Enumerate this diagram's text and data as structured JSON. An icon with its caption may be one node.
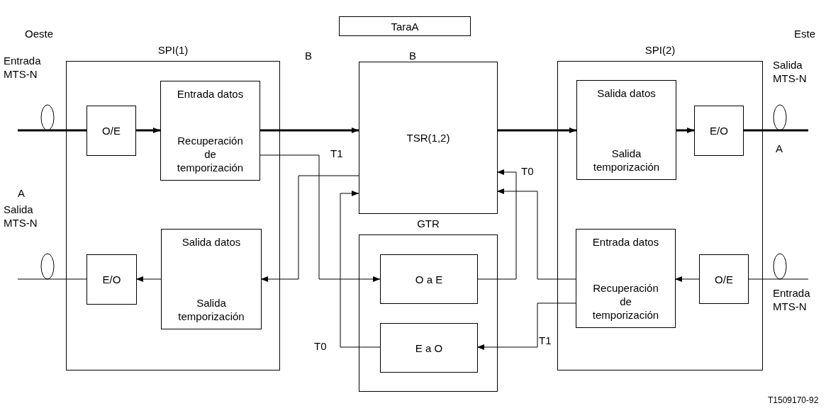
{
  "diagram": {
    "nodes": [
      {
        "text": [
          "TaraA"
        ]
      },
      {
        "text": [
          "SPI(1)"
        ]
      },
      {
        "text": [
          "O/E"
        ],
        "in": 1
      },
      {
        "text": [
          "Entrada datos",
          "Recuperación de temporización"
        ],
        "in": 1
      },
      {
        "text": [
          "E/O"
        ],
        "in": 1
      },
      {
        "text": [
          "Salida datos",
          "Salida temporización"
        ],
        "in": 1
      },
      {
        "text": [
          "TSR(1,2)"
        ]
      },
      {
        "text": [
          "GTR"
        ]
      },
      {
        "text": [
          "O a E"
        ],
        "in": 7
      },
      {
        "text": [
          "E a O"
        ],
        "in": 7
      },
      {
        "text": [
          "SPI(2)"
        ]
      },
      {
        "text": [
          "Salida datos",
          "Salida temporización"
        ],
        "in": 10
      },
      {
        "text": [
          "E/O"
        ],
        "in": 10
      },
      {
        "text": [
          "Entrada datos",
          "Recuperación de temporización"
        ],
        "in": 10
      },
      {
        "text": [
          "O/E"
        ],
        "in": 10
      }
    ],
    "edges": [
      {
        "from": null,
        "to": 2,
        "arrow": "none",
        "style": "thick"
      },
      {
        "from": 2,
        "to": 3,
        "arrow": "to",
        "style": "thick"
      },
      {
        "from": 3,
        "to": 6,
        "arrow": "to",
        "style": "thick"
      },
      {
        "from": 3,
        "to": 8,
        "arrow": "to",
        "label": "T1"
      },
      {
        "from": 9,
        "to": 6,
        "arrow": "to",
        "label": "T0"
      },
      {
        "from": 6,
        "to": 5,
        "arrow": "to"
      },
      {
        "from": 5,
        "to": 4,
        "arrow": "to"
      },
      {
        "from": 4,
        "to": null,
        "arrow": "none"
      },
      {
        "from": 6,
        "to": 11,
        "arrow": "to",
        "style": "thick"
      },
      {
        "from": 11,
        "to": 12,
        "arrow": "to",
        "style": "thick"
      },
      {
        "from": 12,
        "to": null,
        "arrow": "none",
        "style": "thick"
      },
      {
        "from": 8,
        "to": 6,
        "arrow": "to",
        "label": "T0"
      },
      {
        "from": null,
        "to": 14,
        "arrow": "none"
      },
      {
        "from": 14,
        "to": 13,
        "arrow": "to"
      },
      {
        "from": 13,
        "to": 6,
        "arrow": "to"
      },
      {
        "from": 13,
        "to": 9,
        "arrow": "to",
        "label": "T1"
      }
    ],
    "labels": [
      "Oeste",
      "Entrada MTS-N",
      "A",
      "Salida MTS-N",
      "B",
      "B",
      "Este",
      "Salida MTS-N",
      "A",
      "Entrada MTS-N",
      "T1509170-92"
    ]
  }
}
